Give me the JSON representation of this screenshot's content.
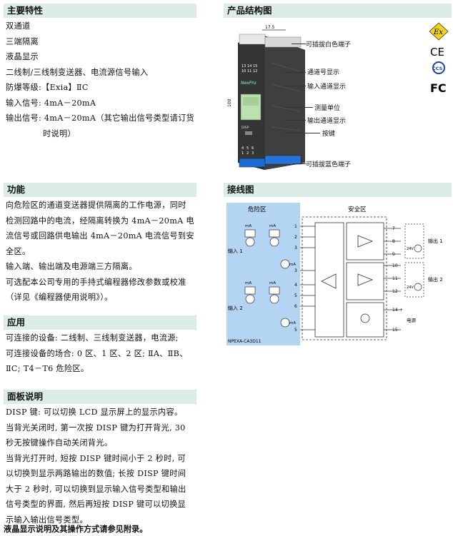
{
  "features": {
    "header": "主要特性",
    "lines": [
      "双通道",
      "三端隔离",
      "液晶显示",
      "二线制/三线制变送器、电流源信号输入",
      "防爆等级:【Exia】ⅡC",
      "输入信号: 4mA－20mA",
      "输出信号: 4mA－20mA（其它输出信号类型请订货",
      "时说明）"
    ]
  },
  "function": {
    "header": "功能",
    "lines": [
      "向危险区的通道变送器提供隔离的工作电源，同时",
      "检测回路中的电流，经隔离转换为 4mA－20mA 电",
      "流信号或回路供电输出 4mA－20mA 电流信号到安",
      "全区。",
      "输入端、输出端及电源端三方隔离。",
      "可选配本公司专用的手持式编程器修改参数或校准",
      "（详见《编程器使用说明》）。"
    ]
  },
  "application": {
    "header": "应用",
    "lines": [
      "可连接的设备: 二线制、三线制变送器，电流源;",
      "可连接设备的场合: 0 区、1 区、2 区; ⅡA、ⅡB、",
      "ⅡC; T4－T6 危险区。"
    ]
  },
  "panel": {
    "header": "面板说明",
    "lines": [
      "DISP 键: 可以切换 LCD 显示屏上的显示内容。",
      "当背光关闭时, 第一次按 DISP 键为打开背光, 30",
      "秒无按键操作自动关闭背光。",
      "当背光打开时, 短按 DISP 键时间小于 2 秒时, 可",
      "以切换到显示两路输出的数值; 长按 DISP 键时间",
      "大于 2 秒时, 可以切换到显示输入信号类型和输出",
      "信号类型的界面, 然后再短按 DISP 键可以切换显",
      "示输入输出信号类型。"
    ],
    "note": "液晶显示说明及其操作方式请参见附录。"
  },
  "structure": {
    "header": "产品结构图",
    "dim_top": "17.5",
    "dim_side": "100",
    "brand": "NexPro",
    "terminals_top": [
      "13",
      "14",
      "15",
      "10",
      "11",
      "12"
    ],
    "terminals_bottom": [
      "1",
      "2",
      "3",
      "4",
      "5",
      "6"
    ],
    "disp": "DISP",
    "annotations": [
      "可插拔白色端子",
      "通道号显示",
      "输入通道显示",
      "测量单位",
      "输出通道显示",
      "按键",
      "可插拔蓝色端子"
    ],
    "cert_marks": [
      "Ex",
      "CE",
      "CCS",
      "FC"
    ]
  },
  "wiring": {
    "header": "接线图",
    "hazard_label": "危险区",
    "safe_label": "安全区",
    "ma": "mA",
    "input1": "输入 1",
    "input2": "输入 2",
    "output1": "输出 1",
    "output2": "输出 2",
    "v24": "24V",
    "power": "电源",
    "model": "NPEXA-CA3D11",
    "left_terms": [
      "1",
      "2",
      "3",
      "4",
      "5",
      "6"
    ],
    "right_terms": [
      "7",
      "8",
      "9",
      "10",
      "11",
      "12",
      "14",
      "15"
    ],
    "signs": [
      "+",
      "-",
      "+",
      "-",
      "+",
      "-",
      "+",
      "-"
    ]
  },
  "colors": {
    "header_bg": "#dcede8",
    "hazard_bg": "#b3d4f3"
  }
}
